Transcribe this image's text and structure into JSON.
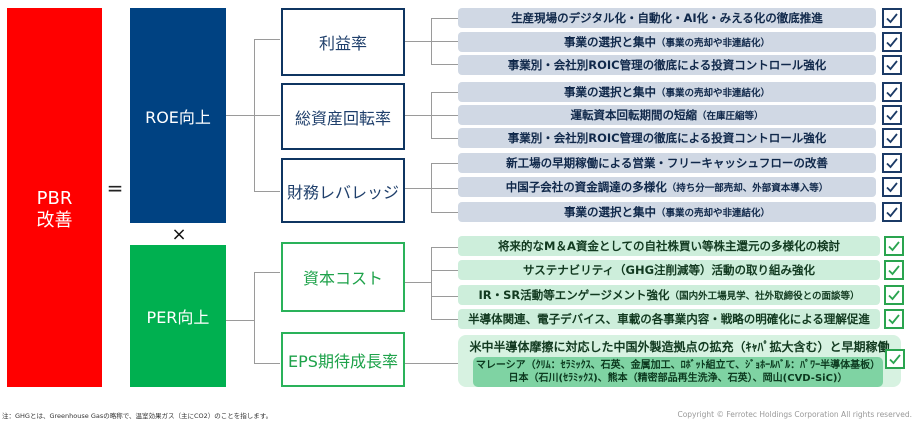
{
  "pbr": {
    "line1": "PBR",
    "line2": "改善"
  },
  "operators": {
    "equals": "=",
    "times": "×"
  },
  "roe": {
    "label": "ROE向上",
    "color": "#004282",
    "groups": [
      {
        "label": "利益率",
        "items": [
          {
            "main": "生産現場のデジタル化・自動化・AI化・みえる化の徹底推進",
            "note": "",
            "checked": true
          },
          {
            "main": "事業の選択と集中",
            "note": "（事業の売却や非連結化）",
            "checked": true
          },
          {
            "main": "事業別・会社別ROIC管理の徹底による投資コントロール強化",
            "note": "",
            "checked": true
          }
        ]
      },
      {
        "label": "総資産回転率",
        "items": [
          {
            "main": "事業の選択と集中",
            "note": "（事業の売却や非連結化）",
            "checked": true
          },
          {
            "main": "運転資本回転期間の短縮",
            "note": "（在庫圧縮等）",
            "checked": true
          },
          {
            "main": "事業別・会社別ROIC管理の徹底による投資コントロール強化",
            "note": "",
            "checked": true
          }
        ]
      },
      {
        "label": "財務レバレッジ",
        "items": [
          {
            "main": "新工場の早期稼働による営業・フリーキャッシュフローの改善",
            "note": "",
            "checked": true
          },
          {
            "main": "中国子会社の資金調達の多様化",
            "note": "（持ち分一部売却、外部資本導入等）",
            "checked": true
          },
          {
            "main": "事業の選択と集中",
            "note": "（事業の売却や非連結化）",
            "checked": true
          }
        ]
      }
    ]
  },
  "per": {
    "label": "PER向上",
    "color": "#00b050",
    "groups": [
      {
        "label": "資本コスト",
        "items": [
          {
            "main": "将来的なM＆A資金としての自社株買い等株主還元の多様化の検討",
            "note": "",
            "checked": true
          },
          {
            "main": "サステナビリティ（GHG注削減等）活動の取り組み強化",
            "note": "",
            "checked": true
          },
          {
            "main": "IR・SR活動等エンゲージメント強化",
            "note": "（国内外工場見学、社外取締役との面談等）",
            "checked": true
          },
          {
            "main": "半導体関連、電子デバイス、車載の各事業内容・戦略の明確化による理解促進",
            "note": "",
            "checked": true
          }
        ]
      },
      {
        "label": "EPS期待成長率",
        "items": [
          {
            "main": "米中半導体摩擦に対応した中国外製造拠点の拡充（ｷｬﾊﾟ拡大含む）と早期稼働",
            "detail_line1": "マレーシア（ｸﾘﾑ：ｾﾗﾐｯｸｽ、石英、金属加工、ﾛﾎﾞｯﾄ組立て、ｼﾞｮﾎｰﾙﾊﾞﾙ：ﾊﾟﾜｰ半導体基板）",
            "detail_line2": "日本（石川(ｾﾗﾐｯｸｽ)、熊本（精密部品再生洗浄、石英）、岡山(CVD-SiC)）",
            "checked": true
          }
        ]
      }
    ]
  },
  "footnote": "注：GHGとは、Greenhouse Gasの略称で、温室効果ガス（主にCO2）のことを指します。",
  "copyright": "Copyright © Ferrotec Holdings Corporation All rights reserved."
}
